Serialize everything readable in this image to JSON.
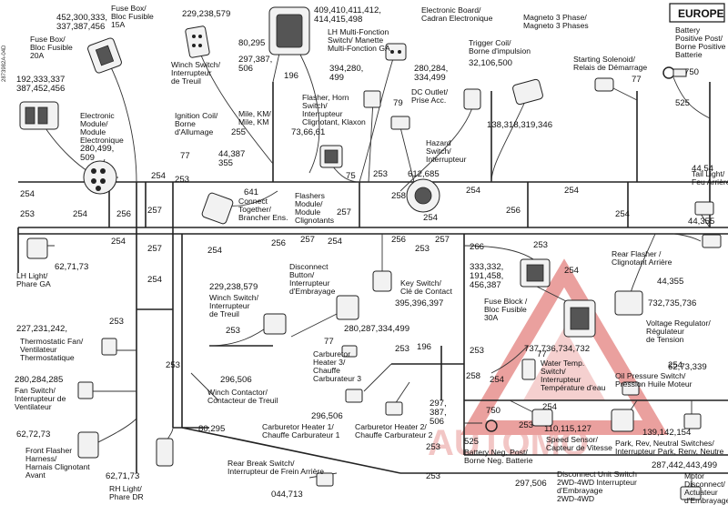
{
  "region_badge": "EUROPE",
  "side_code": "2873982A-04D",
  "watermark": {
    "text": "AUTOMO",
    "color": "#d9534f"
  },
  "callouts": [
    {
      "id": "fuse15-nums",
      "lines": [
        "452,300,333,",
        "337,387,456"
      ]
    },
    {
      "id": "fuse15-label",
      "lines": [
        "Fuse Box/",
        "Bloc Fusible",
        "15A"
      ]
    },
    {
      "id": "fuse20-label",
      "lines": [
        "Fuse Box/",
        "Bloc Fusible",
        "20A"
      ]
    },
    {
      "id": "fuse20-nums",
      "lines": [
        "192,333,337",
        "387,452,456"
      ]
    },
    {
      "id": "winch-top-nums",
      "lines": [
        "229,238,579"
      ]
    },
    {
      "id": "winch-top-label",
      "lines": [
        "Winch Switch/",
        "Interrupteur",
        "de Treuil"
      ]
    },
    {
      "id": "n80295",
      "lines": [
        "80,295"
      ]
    },
    {
      "id": "n297",
      "lines": [
        "297,387,",
        "506"
      ]
    },
    {
      "id": "n196a",
      "lines": [
        "196"
      ]
    },
    {
      "id": "mile-km",
      "lines": [
        "Mile, KM/",
        "Mile, KM"
      ]
    },
    {
      "id": "ecu-board-nums",
      "lines": [
        "409,410,411,412,",
        "414,415,498"
      ]
    },
    {
      "id": "ecu-board-label",
      "lines": [
        "Electronic Board/",
        "Cadran Electronique"
      ]
    },
    {
      "id": "lh-multi",
      "lines": [
        "LH Multi-Fonction",
        "Switch/ Manette",
        "Multi-Fonction GA"
      ]
    },
    {
      "id": "n394",
      "lines": [
        "394,280,",
        "499"
      ]
    },
    {
      "id": "n280a",
      "lines": [
        "280,284,",
        "334,499"
      ]
    },
    {
      "id": "trigger",
      "lines": [
        "Trigger Coil/",
        "Borne d'impulsion"
      ]
    },
    {
      "id": "trigger-nums",
      "lines": [
        "32,106,500"
      ]
    },
    {
      "id": "magneto",
      "lines": [
        "Magneto 3 Phase/",
        "Magneto 3 Phases"
      ]
    },
    {
      "id": "starting",
      "lines": [
        "Starting Solenoid/",
        "Relais de Démarrage"
      ]
    },
    {
      "id": "battery-pos",
      "lines": [
        "Battery",
        "Positive Post/",
        "Borne Positive",
        "Batterie"
      ]
    },
    {
      "id": "n750a",
      "lines": [
        "750"
      ]
    },
    {
      "id": "n77a",
      "lines": [
        "77"
      ]
    },
    {
      "id": "n525a",
      "lines": [
        "525"
      ]
    },
    {
      "id": "ecm",
      "lines": [
        "Electronic",
        "Module/",
        "Module",
        "Electronique"
      ]
    },
    {
      "id": "ecm-nums",
      "lines": [
        "280,499,",
        "509"
      ]
    },
    {
      "id": "ign-coil",
      "lines": [
        "Ignition Coil/",
        "Borne",
        "d'Allumage"
      ]
    },
    {
      "id": "n77b",
      "lines": [
        "77"
      ]
    },
    {
      "id": "n44387",
      "lines": [
        "44,387",
        "355"
      ]
    },
    {
      "id": "n255",
      "lines": [
        "255"
      ]
    },
    {
      "id": "n641",
      "lines": [
        "641"
      ]
    },
    {
      "id": "connect-together",
      "lines": [
        "Connect",
        "Together/",
        "Brancher Ens."
      ]
    },
    {
      "id": "flasher-horn",
      "lines": [
        "Flasher, Horn",
        "Switch/",
        "Interrupteur",
        "Clignotant, Klaxon"
      ]
    },
    {
      "id": "flasher-nums",
      "lines": [
        "73,66,61"
      ]
    },
    {
      "id": "n79",
      "lines": [
        "79"
      ]
    },
    {
      "id": "dc-outlet",
      "lines": [
        "DC Outlet/",
        "Prise Acc."
      ]
    },
    {
      "id": "n138",
      "lines": [
        "138,318,319,346"
      ]
    },
    {
      "id": "hazard",
      "lines": [
        "Hazard",
        "Switch/",
        "Interrupteur"
      ]
    },
    {
      "id": "hazard-nums",
      "lines": [
        "612,685"
      ]
    },
    {
      "id": "n75",
      "lines": [
        "75"
      ]
    },
    {
      "id": "n253a",
      "lines": [
        "253"
      ]
    },
    {
      "id": "n258a",
      "lines": [
        "258"
      ]
    },
    {
      "id": "flashers-module",
      "lines": [
        "Flashers",
        "Module/",
        "Module",
        "Clignotants"
      ]
    },
    {
      "id": "n257a",
      "lines": [
        "257"
      ]
    },
    {
      "id": "n254-flash",
      "lines": [
        "254"
      ]
    },
    {
      "id": "tail-light",
      "lines": [
        "Tail Light/",
        "Feu Arrière"
      ]
    },
    {
      "id": "tail-nums",
      "lines": [
        "44,54"
      ]
    },
    {
      "id": "n44355a",
      "lines": [
        "44,355"
      ]
    },
    {
      "id": "n254-l1",
      "lines": [
        "254"
      ]
    },
    {
      "id": "n253-l1",
      "lines": [
        "253"
      ]
    },
    {
      "id": "n254-l2",
      "lines": [
        "254"
      ]
    },
    {
      "id": "n256a",
      "lines": [
        "256"
      ]
    },
    {
      "id": "n257b",
      "lines": [
        "257"
      ]
    },
    {
      "id": "n254-l3",
      "lines": [
        "254"
      ]
    },
    {
      "id": "n253-l2",
      "lines": [
        "253"
      ]
    },
    {
      "id": "n254-l4",
      "lines": [
        "254"
      ]
    },
    {
      "id": "n257c",
      "lines": [
        "257"
      ]
    },
    {
      "id": "n256b",
      "lines": [
        "256"
      ]
    },
    {
      "id": "n257d",
      "lines": [
        "257"
      ]
    },
    {
      "id": "n254-l5",
      "lines": [
        "254"
      ]
    },
    {
      "id": "n256c",
      "lines": [
        "256"
      ]
    },
    {
      "id": "n254-m1",
      "lines": [
        "254"
      ]
    },
    {
      "id": "n256d",
      "lines": [
        "256"
      ]
    },
    {
      "id": "n254-m2",
      "lines": [
        "254"
      ]
    },
    {
      "id": "n253-m1",
      "lines": [
        "253"
      ]
    },
    {
      "id": "n257e",
      "lines": [
        "257"
      ]
    },
    {
      "id": "n254-r1",
      "lines": [
        "254"
      ]
    },
    {
      "id": "n253-r1",
      "lines": [
        "253"
      ]
    },
    {
      "id": "n254-r2",
      "lines": [
        "254"
      ]
    },
    {
      "id": "n254-r3",
      "lines": [
        "254"
      ]
    },
    {
      "id": "n266",
      "lines": [
        "266"
      ]
    },
    {
      "id": "lh-light",
      "lines": [
        "LH Light/",
        "Phare GA"
      ]
    },
    {
      "id": "lh-nums",
      "lines": [
        "62,71,73"
      ]
    },
    {
      "id": "disconnect-btn",
      "lines": [
        "Disconnect",
        "Button/",
        "Interrupteur",
        "d'Embrayage"
      ]
    },
    {
      "id": "key-switch",
      "lines": [
        "Key Switch/",
        "Clé de Contact"
      ]
    },
    {
      "id": "key-nums",
      "lines": [
        "395,396,397"
      ]
    },
    {
      "id": "n333",
      "lines": [
        "333,332,",
        "191,458,",
        "456,387"
      ]
    },
    {
      "id": "fuse30",
      "lines": [
        "Fuse Block /",
        "Bloc Fusible",
        "30A"
      ]
    },
    {
      "id": "rear-flasher",
      "lines": [
        "Rear Flasher /",
        "Clignotant Arrière"
      ]
    },
    {
      "id": "n44355b",
      "lines": [
        "44,355"
      ]
    },
    {
      "id": "n732",
      "lines": [
        "732,735,736"
      ]
    },
    {
      "id": "volt-reg",
      "lines": [
        "Voltage Regulator/",
        "Régulateur",
        "de Tension"
      ]
    },
    {
      "id": "n254-r4",
      "lines": [
        "254"
      ]
    },
    {
      "id": "n229b",
      "lines": [
        "229,238,579"
      ]
    },
    {
      "id": "winch-mid",
      "lines": [
        "Winch Switch/",
        "Interrupteur",
        "de Treuil"
      ]
    },
    {
      "id": "n280c",
      "lines": [
        "280,287,334,499"
      ]
    },
    {
      "id": "n227",
      "lines": [
        "227,231,242,"
      ]
    },
    {
      "id": "thermo-fan",
      "lines": [
        "Thermostatic Fan/",
        "Ventilateur",
        "Thermostatique"
      ]
    },
    {
      "id": "n253-c1",
      "lines": [
        "253"
      ]
    },
    {
      "id": "n253-c2",
      "lines": [
        "253"
      ]
    },
    {
      "id": "n254-c1",
      "lines": [
        "254"
      ]
    },
    {
      "id": "n77c",
      "lines": [
        "77"
      ]
    },
    {
      "id": "carb3",
      "lines": [
        "Carburetor",
        "Heater 3/",
        "Chauffe",
        "Carburateur 3"
      ]
    },
    {
      "id": "n253-c3",
      "lines": [
        "253"
      ]
    },
    {
      "id": "n196b",
      "lines": [
        "196"
      ]
    },
    {
      "id": "n253-c4",
      "lines": [
        "253"
      ]
    },
    {
      "id": "n737",
      "lines": [
        "737,736,734,732"
      ]
    },
    {
      "id": "n280284",
      "lines": [
        "280,284,285"
      ]
    },
    {
      "id": "fan-switch",
      "lines": [
        "Fan Switch/",
        "Interrupteur de",
        "Ventilateur"
      ]
    },
    {
      "id": "n253-c5",
      "lines": [
        "253"
      ]
    },
    {
      "id": "n296a",
      "lines": [
        "296,506"
      ]
    },
    {
      "id": "winch-contactor",
      "lines": [
        "Winch Contactor/",
        "Contacteur de Treuil"
      ]
    },
    {
      "id": "n258b",
      "lines": [
        "258"
      ]
    },
    {
      "id": "n254-c2",
      "lines": [
        "254"
      ]
    },
    {
      "id": "n77d",
      "lines": [
        "77"
      ]
    },
    {
      "id": "water-temp",
      "lines": [
        "Water Temp.",
        "Switch/",
        "Interrupteur",
        "Température d'eau"
      ]
    },
    {
      "id": "n62733",
      "lines": [
        "62,73,339"
      ]
    },
    {
      "id": "oil-pressure",
      "lines": [
        "Oil Pressure Switch/",
        "Pression Huile Moteur"
      ]
    },
    {
      "id": "n297b",
      "lines": [
        "297,",
        "387,",
        "506"
      ]
    },
    {
      "id": "n80295b",
      "lines": [
        "80,295"
      ]
    },
    {
      "id": "carb1",
      "lines": [
        "Carburetor Heater 1/",
        "Chauffe Carburateur 1"
      ]
    },
    {
      "id": "n296b",
      "lines": [
        "296,506"
      ]
    },
    {
      "id": "carb2",
      "lines": [
        "Carburetor Heater 2/",
        "Chauffe Carburateur 2"
      ]
    },
    {
      "id": "n750b",
      "lines": [
        "750"
      ]
    },
    {
      "id": "n253-c6",
      "lines": [
        "253"
      ]
    },
    {
      "id": "n254-c3",
      "lines": [
        "254"
      ]
    },
    {
      "id": "n110",
      "lines": [
        "110,115,127"
      ]
    },
    {
      "id": "speed-sensor",
      "lines": [
        "Speed Sensor/",
        "Capteur de Vitesse"
      ]
    },
    {
      "id": "n139",
      "lines": [
        "139,142,154"
      ]
    },
    {
      "id": "park-rev",
      "lines": [
        "Park, Rev, Neutral Switches/",
        "Interrupteur Park, Renv, Neutre"
      ]
    },
    {
      "id": "n525b",
      "lines": [
        "525"
      ]
    },
    {
      "id": "battery-neg",
      "lines": [
        "Battery Neg. Post/",
        "Borne Neg. Batterie"
      ]
    },
    {
      "id": "n62727",
      "lines": [
        "62,72,73"
      ]
    },
    {
      "id": "front-flasher",
      "lines": [
        "Front Flasher",
        "Harness/",
        "Harnais Clignotant",
        "Avant"
      ]
    },
    {
      "id": "n62717b",
      "lines": [
        "62,71,73"
      ]
    },
    {
      "id": "rh-light",
      "lines": [
        "RH Light/",
        "Phare DR"
      ]
    },
    {
      "id": "rear-break",
      "lines": [
        "Rear Break Switch/",
        "Interrupteur de Frein Arrière"
      ]
    },
    {
      "id": "n044713",
      "lines": [
        "044,713"
      ]
    },
    {
      "id": "n253-b1",
      "lines": [
        "253"
      ]
    },
    {
      "id": "n253-b2",
      "lines": [
        "253"
      ]
    },
    {
      "id": "n297c",
      "lines": [
        "297,506"
      ]
    },
    {
      "id": "disc-unit",
      "lines": [
        "Disconnect Unit Switch",
        "2WD-4WD Interrupteur",
        "d'Embrayage",
        "2WD-4WD"
      ]
    },
    {
      "id": "n287",
      "lines": [
        "287,442,443,499"
      ]
    },
    {
      "id": "motor-disc",
      "lines": [
        "Motor",
        "Disconnect/",
        "Actuateur",
        "d'Embrayage"
      ]
    }
  ]
}
